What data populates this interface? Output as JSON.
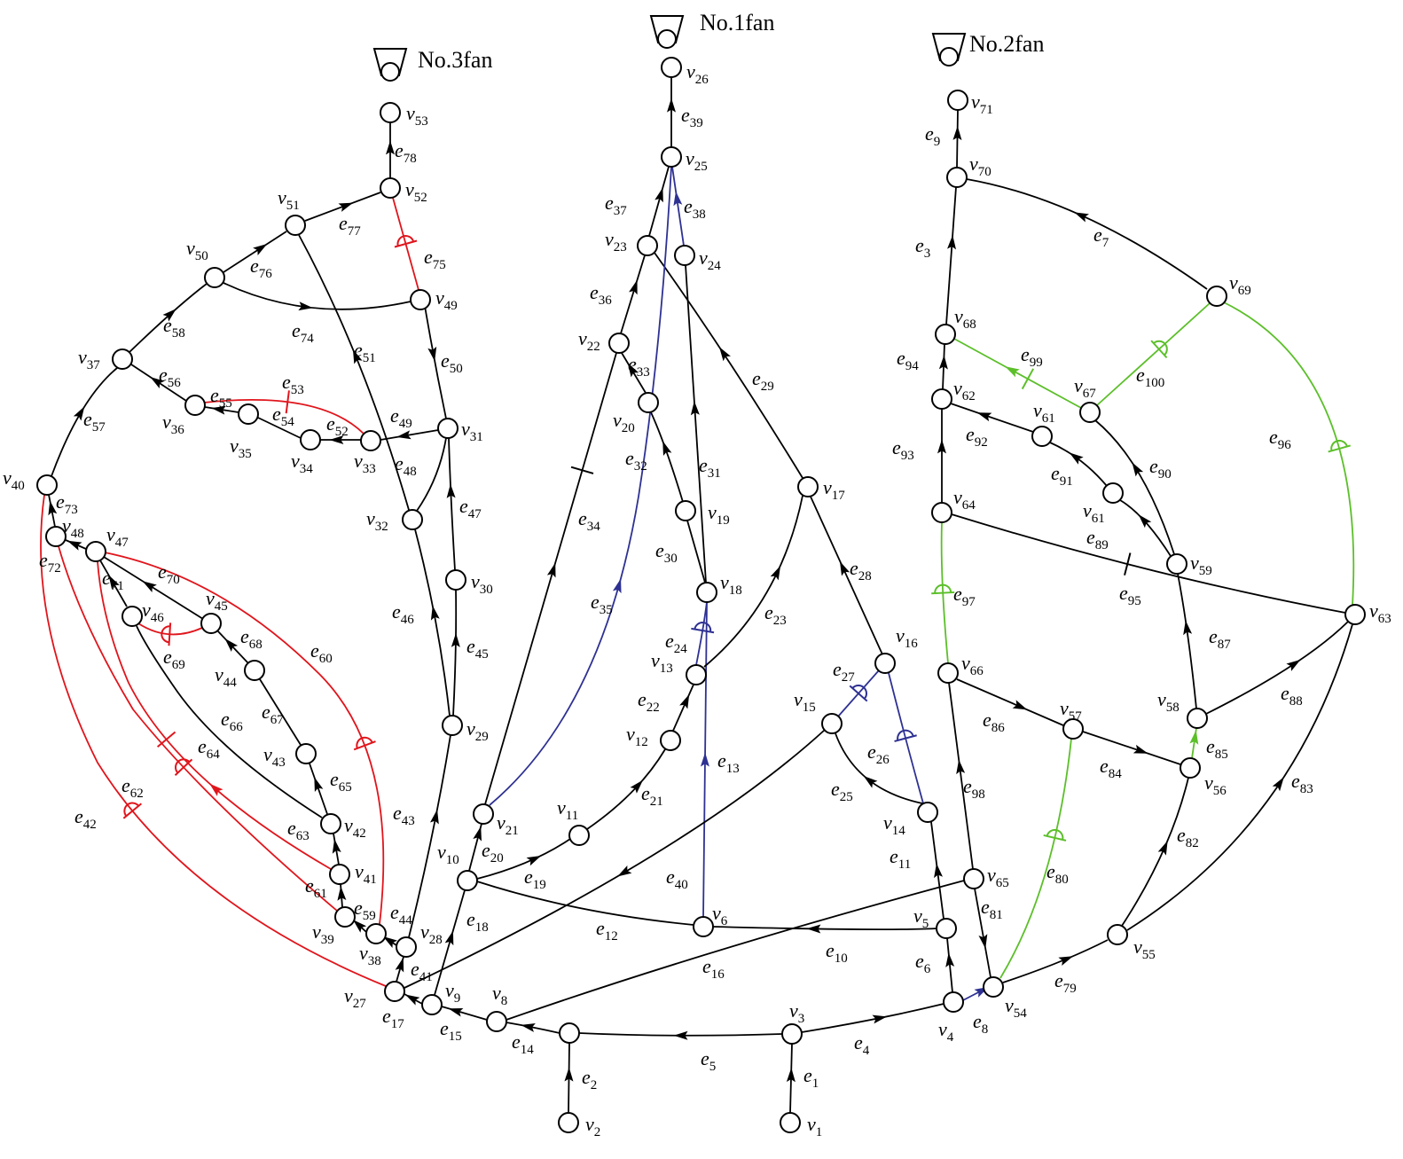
{
  "colors": {
    "black": "#000000",
    "red": "#e0151c",
    "blue": "#2e3192",
    "green": "#5cbf2a"
  },
  "fans": [
    {
      "id": "fan3",
      "label": "No.3fan"
    },
    {
      "id": "fan1",
      "label": "No.1fan"
    },
    {
      "id": "fan2",
      "label": "No.2fan"
    }
  ],
  "nodes": [
    "v1",
    "v2",
    "v3",
    "v4",
    "v5",
    "v6",
    "v8",
    "v9",
    "v10",
    "v11",
    "v12",
    "v13",
    "v14",
    "v15",
    "v16",
    "v17",
    "v18",
    "v19",
    "v20",
    "v21",
    "v22",
    "v23",
    "v24",
    "v25",
    "v26",
    "v27",
    "v28",
    "v29",
    "v30",
    "v31",
    "v32",
    "v33",
    "v34",
    "v35",
    "v36",
    "v37",
    "v38",
    "v39",
    "v40",
    "v41",
    "v42",
    "v43",
    "v44",
    "v45",
    "v46",
    "v47",
    "v48",
    "v49",
    "v50",
    "v51",
    "v52",
    "v53",
    "v54",
    "v55",
    "v56",
    "v57",
    "v58",
    "v59",
    "v61",
    "v61",
    "v62",
    "v63",
    "v64",
    "v65",
    "v66",
    "v67",
    "v68",
    "v69",
    "v70",
    "v71"
  ],
  "edges": [
    {
      "id": "e1",
      "from": "v1",
      "to": "v3",
      "color": "black",
      "dir": "forward"
    },
    {
      "id": "e2",
      "from": "v2",
      "to": "j1",
      "color": "black",
      "dir": "forward"
    },
    {
      "id": "e3",
      "from": "v68",
      "to": "v70",
      "color": "black",
      "dir": "forward"
    },
    {
      "id": "e4",
      "from": "v3",
      "to": "v4",
      "color": "black",
      "dir": "forward"
    },
    {
      "id": "e5",
      "from": "v3",
      "to": "j1",
      "color": "black",
      "dir": "forward"
    },
    {
      "id": "e6",
      "from": "v4",
      "to": "v5",
      "color": "black",
      "dir": "forward"
    },
    {
      "id": "e7",
      "from": "v69",
      "to": "v70",
      "color": "black",
      "dir": "forward"
    },
    {
      "id": "e8",
      "from": "v4",
      "to": "v54",
      "color": "blue",
      "dir": "forward"
    },
    {
      "id": "e9",
      "from": "v70",
      "to": "v71",
      "color": "black",
      "dir": "forward"
    },
    {
      "id": "e10",
      "from": "v5",
      "to": "v6",
      "color": "black",
      "dir": "forward"
    },
    {
      "id": "e11",
      "from": "v5",
      "to": "v14",
      "color": "black",
      "dir": "forward"
    },
    {
      "id": "e12",
      "from": "v6",
      "to": "v10",
      "color": "black",
      "dir": "none"
    },
    {
      "id": "e13",
      "from": "v6",
      "to": "v18",
      "color": "blue",
      "dir": "forward"
    },
    {
      "id": "e14",
      "from": "j1",
      "to": "v8",
      "color": "black",
      "dir": "forward"
    },
    {
      "id": "e15",
      "from": "v8",
      "to": "v9",
      "color": "black",
      "dir": "forward"
    },
    {
      "id": "e16",
      "from": "v65",
      "to": "v8",
      "color": "black",
      "dir": "none"
    },
    {
      "id": "e17",
      "from": "v9",
      "to": "v27",
      "color": "black",
      "dir": "forward"
    },
    {
      "id": "e18",
      "from": "v9",
      "to": "v10",
      "color": "black",
      "dir": "forward"
    },
    {
      "id": "e19",
      "from": "v10",
      "to": "v11",
      "color": "black",
      "dir": "forward"
    },
    {
      "id": "e20",
      "from": "v10",
      "to": "v21",
      "color": "black",
      "dir": "forward"
    },
    {
      "id": "e21",
      "from": "v11",
      "to": "v12",
      "color": "black",
      "dir": "forward"
    },
    {
      "id": "e22",
      "from": "v12",
      "to": "v13",
      "color": "black",
      "dir": "forward"
    },
    {
      "id": "e23",
      "from": "v13",
      "to": "v17",
      "color": "black",
      "dir": "forward"
    },
    {
      "id": "e24",
      "from": "v13",
      "to": "v18",
      "color": "blue",
      "dir": "none",
      "reg": "arc"
    },
    {
      "id": "e25",
      "from": "v14",
      "to": "v15",
      "color": "black",
      "dir": "forward"
    },
    {
      "id": "e26",
      "from": "v14",
      "to": "v16",
      "color": "blue",
      "dir": "none",
      "reg": "arc"
    },
    {
      "id": "e27",
      "from": "v15",
      "to": "v16",
      "color": "blue",
      "dir": "none",
      "reg": "arc"
    },
    {
      "id": "e28",
      "from": "v16",
      "to": "v17",
      "color": "black",
      "dir": "forward"
    },
    {
      "id": "e29",
      "from": "v17",
      "to": "v23",
      "color": "black",
      "dir": "forward"
    },
    {
      "id": "e30",
      "from": "v18",
      "to": "v19",
      "color": "black",
      "dir": "none"
    },
    {
      "id": "e31",
      "from": "v18",
      "to": "v24",
      "color": "black",
      "dir": "forward"
    },
    {
      "id": "e32",
      "from": "v19",
      "to": "v20",
      "color": "black",
      "dir": "forward"
    },
    {
      "id": "e33",
      "from": "v20",
      "to": "v22",
      "color": "black",
      "dir": "forward"
    },
    {
      "id": "e34",
      "from": "v21",
      "to": "v22",
      "color": "black",
      "dir": "forward",
      "reg": "bar"
    },
    {
      "id": "e35",
      "from": "v21",
      "to": "v25",
      "color": "blue",
      "dir": "forward"
    },
    {
      "id": "e36",
      "from": "v22",
      "to": "v23",
      "color": "black",
      "dir": "forward"
    },
    {
      "id": "e37",
      "from": "v23",
      "to": "v25",
      "color": "black",
      "dir": "forward"
    },
    {
      "id": "e38",
      "from": "v24",
      "to": "v25",
      "color": "blue",
      "dir": "forward"
    },
    {
      "id": "e39",
      "from": "v25",
      "to": "v26",
      "color": "black",
      "dir": "forward"
    },
    {
      "id": "e40",
      "from": "v15",
      "to": "v27",
      "color": "black",
      "dir": "forward"
    },
    {
      "id": "e41",
      "from": "v27",
      "to": "v28",
      "color": "black",
      "dir": "forward"
    },
    {
      "id": "e42",
      "from": "v27",
      "to": "v40",
      "color": "red",
      "dir": "none",
      "reg": "arc"
    },
    {
      "id": "e43",
      "from": "v28",
      "to": "v29",
      "color": "black",
      "dir": "forward"
    },
    {
      "id": "e44",
      "from": "v28",
      "to": "v38",
      "color": "black",
      "dir": "forward"
    },
    {
      "id": "e45",
      "from": "v29",
      "to": "v30",
      "color": "black",
      "dir": "forward"
    },
    {
      "id": "e46",
      "from": "v29",
      "to": "v32",
      "color": "black",
      "dir": "forward"
    },
    {
      "id": "e47",
      "from": "v30",
      "to": "v31",
      "color": "black",
      "dir": "forward"
    },
    {
      "id": "e48",
      "from": "v32",
      "to": "v31",
      "color": "black",
      "dir": "none"
    },
    {
      "id": "e49",
      "from": "v31",
      "to": "v33",
      "color": "black",
      "dir": "forward"
    },
    {
      "id": "e50",
      "from": "v31",
      "to": "v49",
      "color": "black",
      "dir": "forward"
    },
    {
      "id": "e51",
      "from": "v32",
      "to": "v51",
      "color": "black",
      "dir": "forward"
    },
    {
      "id": "e52",
      "from": "v33",
      "to": "v34",
      "color": "black",
      "dir": "forward"
    },
    {
      "id": "e53",
      "from": "v33",
      "to": "v36",
      "color": "red",
      "dir": "none",
      "reg": "bar"
    },
    {
      "id": "e54",
      "from": "v34",
      "to": "v35",
      "color": "black",
      "dir": "none"
    },
    {
      "id": "e55",
      "from": "v35",
      "to": "v36",
      "color": "black",
      "dir": "forward"
    },
    {
      "id": "e56",
      "from": "v36",
      "to": "v37",
      "color": "black",
      "dir": "forward"
    },
    {
      "id": "e57",
      "from": "v40",
      "to": "v37",
      "color": "black",
      "dir": "forward"
    },
    {
      "id": "e58",
      "from": "v37",
      "to": "v50",
      "color": "black",
      "dir": "forward"
    },
    {
      "id": "e59",
      "from": "v38",
      "to": "v39",
      "color": "black",
      "dir": "forward"
    },
    {
      "id": "e60",
      "from": "v38",
      "to": "v47",
      "color": "red",
      "dir": "none",
      "reg": "arc"
    },
    {
      "id": "e61",
      "from": "v39",
      "to": "v41",
      "color": "black",
      "dir": "forward"
    },
    {
      "id": "e62",
      "from": "v39",
      "to": "v48",
      "color": "red",
      "dir": "none",
      "reg": "arc"
    },
    {
      "id": "e63",
      "from": "v41",
      "to": "v42",
      "color": "black",
      "dir": "forward"
    },
    {
      "id": "e64",
      "from": "v41",
      "to": "v47",
      "color": "red",
      "dir": "forward",
      "reg": "bar"
    },
    {
      "id": "e65",
      "from": "v42",
      "to": "v43",
      "color": "black",
      "dir": "forward"
    },
    {
      "id": "e66",
      "from": "v42",
      "to": "v46",
      "color": "black",
      "dir": "none"
    },
    {
      "id": "e67",
      "from": "v43",
      "to": "v44",
      "color": "black",
      "dir": "none"
    },
    {
      "id": "e68",
      "from": "v44",
      "to": "v45",
      "color": "black",
      "dir": "forward"
    },
    {
      "id": "e69",
      "from": "v45",
      "to": "v46",
      "color": "red",
      "dir": "none",
      "reg": "arc"
    },
    {
      "id": "e70",
      "from": "v45",
      "to": "v47",
      "color": "black",
      "dir": "forward"
    },
    {
      "id": "e71",
      "from": "v46",
      "to": "v47",
      "color": "black",
      "dir": "forward"
    },
    {
      "id": "e72",
      "from": "v47",
      "to": "v48",
      "color": "black",
      "dir": "forward"
    },
    {
      "id": "e73",
      "from": "v48",
      "to": "v40",
      "color": "black",
      "dir": "forward"
    },
    {
      "id": "e74",
      "from": "v50",
      "to": "v49",
      "color": "black",
      "dir": "forward"
    },
    {
      "id": "e75",
      "from": "v49",
      "to": "v52",
      "color": "red",
      "dir": "none",
      "reg": "arc"
    },
    {
      "id": "e76",
      "from": "v50",
      "to": "v51",
      "color": "black",
      "dir": "forward"
    },
    {
      "id": "e77",
      "from": "v51",
      "to": "v52",
      "color": "black",
      "dir": "forward"
    },
    {
      "id": "e78",
      "from": "v52",
      "to": "v53",
      "color": "black",
      "dir": "forward"
    },
    {
      "id": "e79",
      "from": "v54",
      "to": "v55",
      "color": "black",
      "dir": "forward"
    },
    {
      "id": "e80",
      "from": "v54",
      "to": "v57",
      "color": "green",
      "dir": "none",
      "reg": "arc"
    },
    {
      "id": "e81",
      "from": "v65",
      "to": "v54",
      "color": "black",
      "dir": "forward"
    },
    {
      "id": "e82",
      "from": "v55",
      "to": "v56",
      "color": "black",
      "dir": "forward"
    },
    {
      "id": "e83",
      "from": "v55",
      "to": "v63",
      "color": "black",
      "dir": "forward"
    },
    {
      "id": "e84",
      "from": "v57",
      "to": "v56",
      "color": "black",
      "dir": "forward"
    },
    {
      "id": "e85",
      "from": "v56",
      "to": "v58",
      "color": "green",
      "dir": "forward"
    },
    {
      "id": "e86",
      "from": "v66",
      "to": "v57",
      "color": "black",
      "dir": "forward"
    },
    {
      "id": "e87",
      "from": "v58",
      "to": "v59",
      "color": "black",
      "dir": "forward"
    },
    {
      "id": "e88",
      "from": "v58",
      "to": "v63",
      "color": "black",
      "dir": "forward"
    },
    {
      "id": "e89",
      "from": "v59",
      "to": "v61b",
      "color": "black",
      "dir": "forward"
    },
    {
      "id": "e90",
      "from": "v59",
      "to": "v67",
      "color": "black",
      "dir": "forward"
    },
    {
      "id": "e91",
      "from": "v61b",
      "to": "v61",
      "color": "black",
      "dir": "forward"
    },
    {
      "id": "e92",
      "from": "v61",
      "to": "v62",
      "color": "black",
      "dir": "forward"
    },
    {
      "id": "e93",
      "from": "v64",
      "to": "v62",
      "color": "black",
      "dir": "forward"
    },
    {
      "id": "e94",
      "from": "v62",
      "to": "v68",
      "color": "black",
      "dir": "forward"
    },
    {
      "id": "e95",
      "from": "v63",
      "to": "v64",
      "color": "black",
      "dir": "forward",
      "reg": "bar"
    },
    {
      "id": "e96",
      "from": "v63",
      "to": "v69",
      "color": "green",
      "dir": "none",
      "reg": "arc"
    },
    {
      "id": "e97",
      "from": "v66",
      "to": "v64",
      "color": "green",
      "dir": "none",
      "reg": "arc"
    },
    {
      "id": "e98",
      "from": "v65",
      "to": "v66",
      "color": "black",
      "dir": "forward"
    },
    {
      "id": "e99",
      "from": "v67",
      "to": "v68",
      "color": "green",
      "dir": "forward",
      "reg": "bar"
    },
    {
      "id": "e100",
      "from": "v67",
      "to": "v69",
      "color": "green",
      "dir": "none",
      "reg": "arc"
    }
  ]
}
